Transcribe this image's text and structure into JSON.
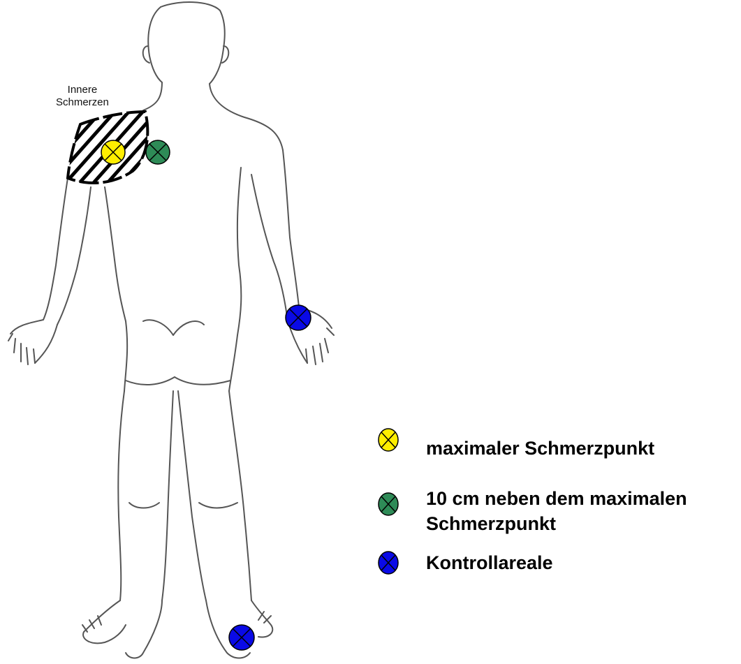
{
  "figure": {
    "region_label_lines": [
      "Innere",
      "Schmerzen"
    ],
    "colors": {
      "outline": "#555555",
      "hatch": "#000000",
      "yellow": "#ffee00",
      "green": "#2e8b57",
      "blue": "#0a0ae6"
    },
    "markers": [
      {
        "name": "maximum-pain-marker",
        "color": "yellow"
      },
      {
        "name": "adjacent-pain-marker",
        "color": "green"
      },
      {
        "name": "control-area-hand-marker",
        "color": "blue"
      },
      {
        "name": "control-area-foot-marker",
        "color": "blue"
      }
    ]
  },
  "legend": {
    "items": [
      {
        "color": "yellow",
        "label": "maximaler Schmerzpunkt"
      },
      {
        "color": "green",
        "label": "10 cm neben dem maximalen Schmerzpunkt"
      },
      {
        "color": "blue",
        "label": "Kontrollareale"
      }
    ]
  }
}
